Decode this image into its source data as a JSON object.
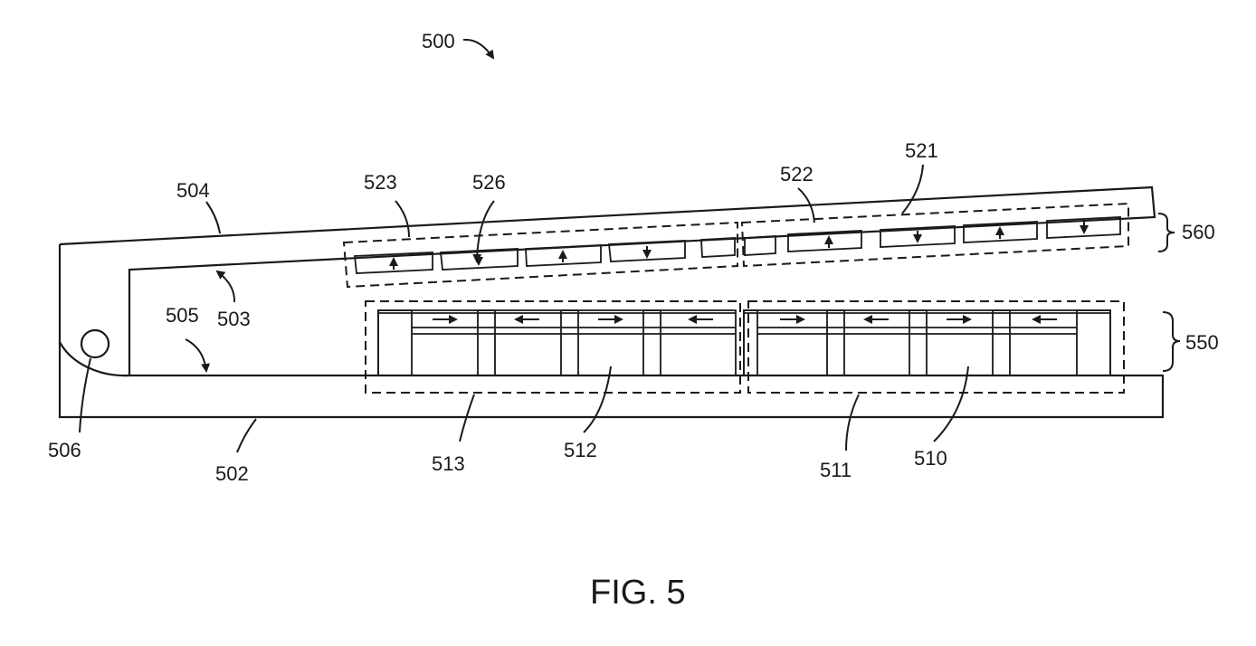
{
  "figure": {
    "caption": "FIG. 5",
    "ref_main": "500",
    "labels": {
      "base": "502",
      "inner_top": "503",
      "lid": "504",
      "inner_bottom": "505",
      "hinge": "506",
      "magnet_510": "510",
      "array_511": "511",
      "magnet_512": "512",
      "array_513": "513",
      "lid_array_521": "521",
      "lid_magnet_522": "522",
      "lid_array_523": "523",
      "lid_magnet_526": "526",
      "base_stack": "550",
      "lid_stack": "560"
    }
  }
}
